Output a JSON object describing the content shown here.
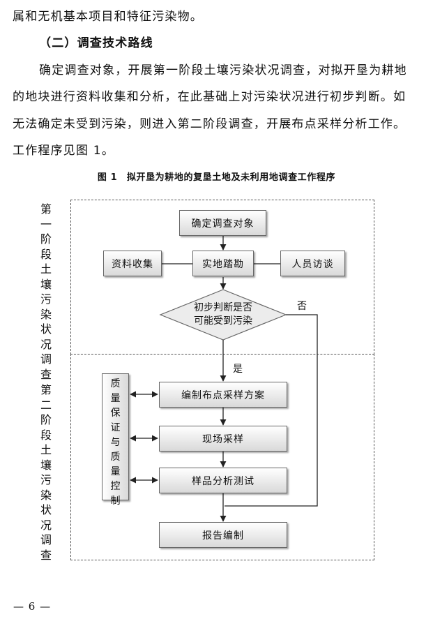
{
  "text": {
    "line1": "属和无机基本项目和特征污染物。",
    "subheading": "（二）调查技术路线",
    "para_line1": "确定调查对象，开展第一阶段土壤污染状况调查，对拟开垦为耕地",
    "para_line2": "的地块进行资料收集和分析，在此基础上对污染状况进行初步判断。如",
    "para_line3": "无法确定未受到污染，则进入第二阶段调查，开展布点采样分析工作。",
    "para_line4": "工作程序见图 1。"
  },
  "figure": {
    "caption": "图 1　拟开垦为耕地的复垦土地及未利用地调查工作程序",
    "stage1_label": "第一阶段土壤污染状况调查",
    "stage2_label": "第二阶段土壤污染状况调查",
    "nodes": {
      "determine_target": "确定调查对象",
      "data_collection": "资料收集",
      "site_survey": "实地踏勘",
      "interview": "人员访谈",
      "decision_line1": "初步判断是否",
      "decision_line2": "可能受到污染",
      "sampling_plan": "编制布点采样方案",
      "field_sampling": "现场采样",
      "sample_analysis": "样品分析测试",
      "report": "报告编制",
      "qa_qc": "质量保证与质量控制"
    },
    "edges": {
      "no": "否",
      "yes": "是"
    }
  },
  "footer": {
    "page_number": "— 6 —"
  }
}
